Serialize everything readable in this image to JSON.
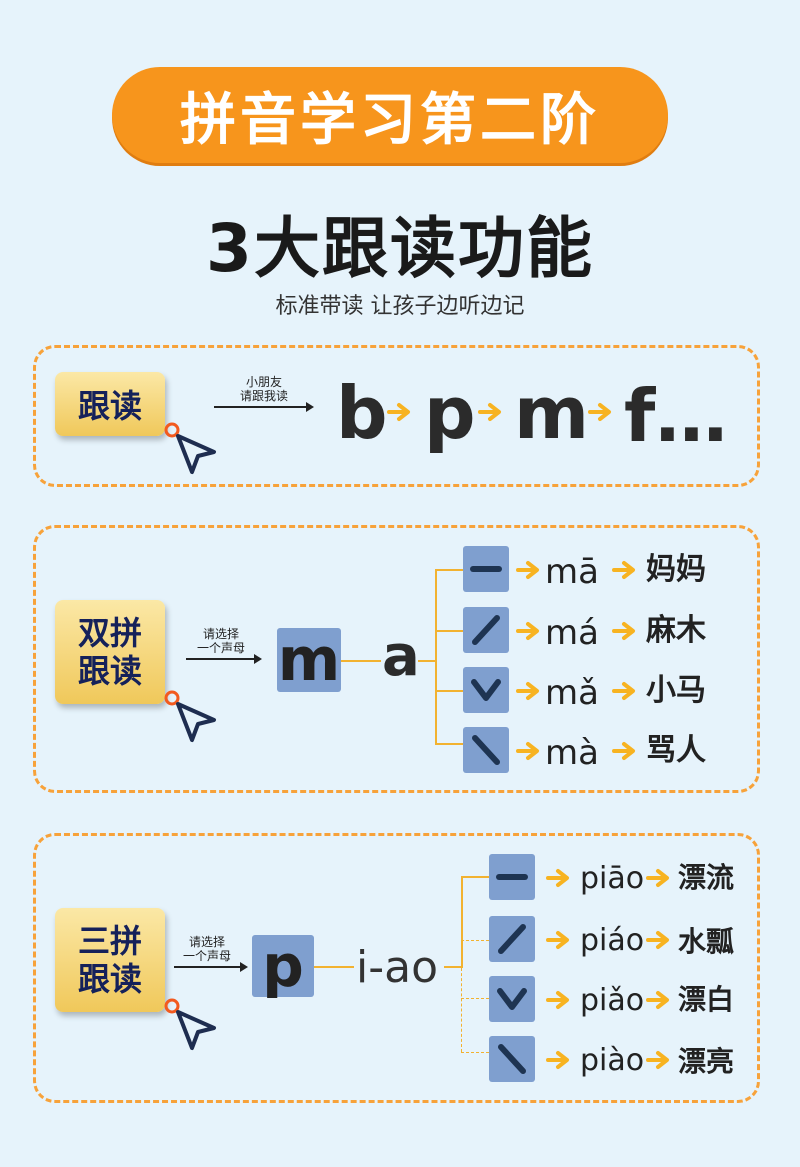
{
  "banner": {
    "title": "拼音学习第二阶"
  },
  "headline": {
    "title": "3大跟读功能",
    "subtitle": "标准带读 让孩子边听边记"
  },
  "colors": {
    "accent": "#f7951c",
    "panel_border": "#f7a23a",
    "tile": "#7f9fcf",
    "badge_text": "#15215a"
  },
  "section1": {
    "badge": "跟读",
    "note_line1": "小朋友",
    "note_line2": "请跟我读",
    "letters": [
      "b",
      "p",
      "m",
      "f…"
    ]
  },
  "section2": {
    "badge_line1": "双拼",
    "badge_line2": "跟读",
    "note_line1": "请选择",
    "note_line2": "一个声母",
    "initial": "m",
    "final": "a",
    "rows": [
      {
        "tone_icon": "flat-tone-icon",
        "syllable": "mā",
        "word": "妈妈"
      },
      {
        "tone_icon": "rising-tone-icon",
        "syllable": "má",
        "word": "麻木"
      },
      {
        "tone_icon": "dipping-tone-icon",
        "syllable": "mǎ",
        "word": "小马"
      },
      {
        "tone_icon": "falling-tone-icon",
        "syllable": "mà",
        "word": "骂人"
      }
    ]
  },
  "section3": {
    "badge_line1": "三拼",
    "badge_line2": "跟读",
    "note_line1": "请选择",
    "note_line2": "一个声母",
    "initial": "p",
    "final": "i-ao",
    "rows": [
      {
        "tone_icon": "flat-tone-icon",
        "syllable": "piāo",
        "word": "漂流"
      },
      {
        "tone_icon": "rising-tone-icon",
        "syllable": "piáo",
        "word": "水瓢"
      },
      {
        "tone_icon": "dipping-tone-icon",
        "syllable": "piǎo",
        "word": "漂白"
      },
      {
        "tone_icon": "falling-tone-icon",
        "syllable": "piào",
        "word": "漂亮"
      }
    ]
  }
}
